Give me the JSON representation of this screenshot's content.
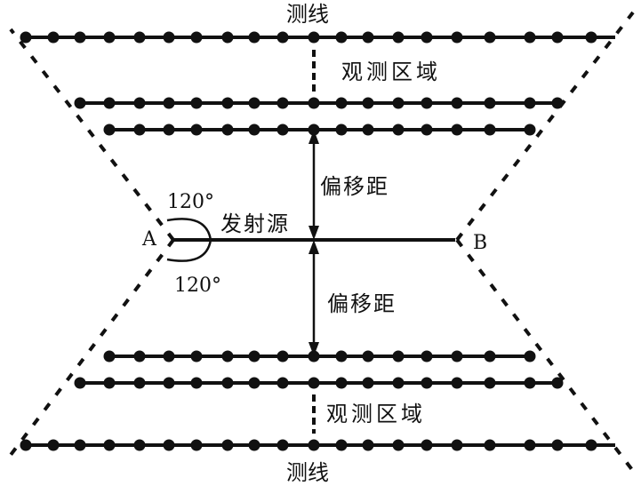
{
  "labels": {
    "survey_line_top": "测线",
    "survey_line_bottom": "测线",
    "observation_area_top": "观测区域",
    "observation_area_bottom": "观测区域",
    "offset_top": "偏移距",
    "offset_bottom": "偏移距",
    "source": "发射源",
    "point_a": "A",
    "point_b": "B",
    "angle_top": "120°",
    "angle_bottom": "120°"
  },
  "colors": {
    "ink": "#111111"
  }
}
